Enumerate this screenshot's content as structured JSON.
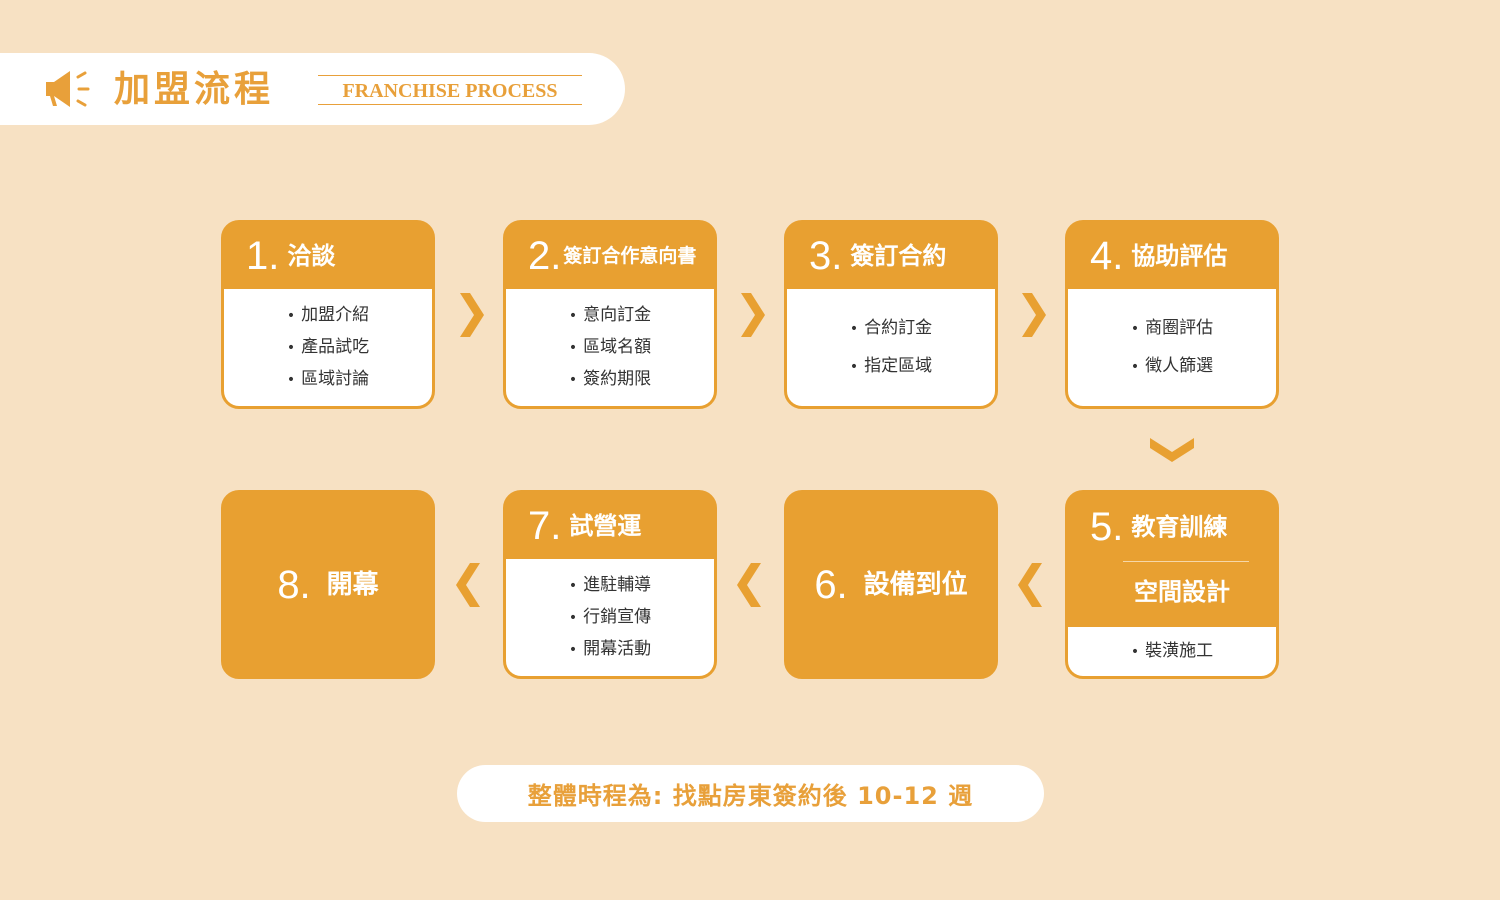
{
  "header": {
    "title_zh": "加盟流程",
    "title_en": "FRANCHISE PROCESS",
    "icon": "megaphone-icon"
  },
  "colors": {
    "background": "#f7e1c3",
    "accent": "#e8a031",
    "card_body": "#ffffff"
  },
  "steps": [
    {
      "num": "1.",
      "title": "洽談",
      "items": [
        "加盟介紹",
        "產品試吃",
        "區域討論"
      ]
    },
    {
      "num": "2.",
      "title": "簽訂合作意向書",
      "items": [
        "意向訂金",
        "區域名額",
        "簽約期限"
      ]
    },
    {
      "num": "3.",
      "title": "簽訂合約",
      "items": [
        "合約訂金",
        "指定區域"
      ]
    },
    {
      "num": "4.",
      "title": "協助評估",
      "items": [
        "商圈評估",
        "徵人篩選"
      ]
    },
    {
      "num": "5.",
      "title": "教育訓練",
      "subtitle": "空間設計",
      "items": [
        "裝潢施工"
      ]
    },
    {
      "num": "6.",
      "title": "設備到位",
      "items": []
    },
    {
      "num": "7.",
      "title": "試營運",
      "items": [
        "進駐輔導",
        "行銷宣傳",
        "開幕活動"
      ]
    },
    {
      "num": "8.",
      "title": "開幕",
      "items": []
    }
  ],
  "footer": {
    "text": "整體時程為: 找點房東簽約後 10-12 週"
  }
}
